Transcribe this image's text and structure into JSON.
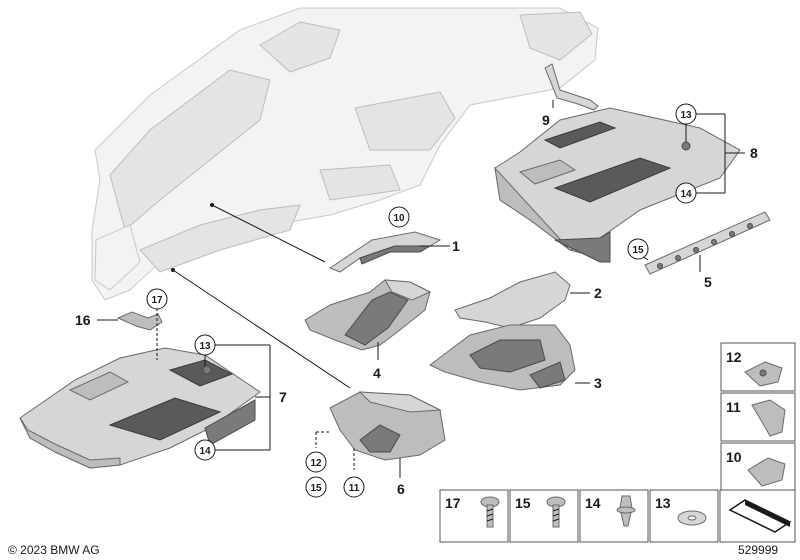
{
  "callouts": {
    "p1": "1",
    "p2": "2",
    "p3": "3",
    "p4": "4",
    "p5": "5",
    "p6": "6",
    "p7": "7",
    "p8": "8",
    "p9": "9",
    "p16": "16",
    "c10": "10",
    "c13a": "13",
    "c14a": "14",
    "c15a": "15",
    "c17": "17",
    "c13b": "13",
    "c14b": "14",
    "c12": "12",
    "c15b": "15",
    "c11": "11"
  },
  "side_panel": {
    "s12": "12",
    "s11": "11",
    "s10": "10"
  },
  "bottom_panel": {
    "b17": "17",
    "b15": "15",
    "b14": "14",
    "b13": "13"
  },
  "footer": {
    "copyright": "© 2023 BMW AG",
    "image_number": "529999"
  }
}
